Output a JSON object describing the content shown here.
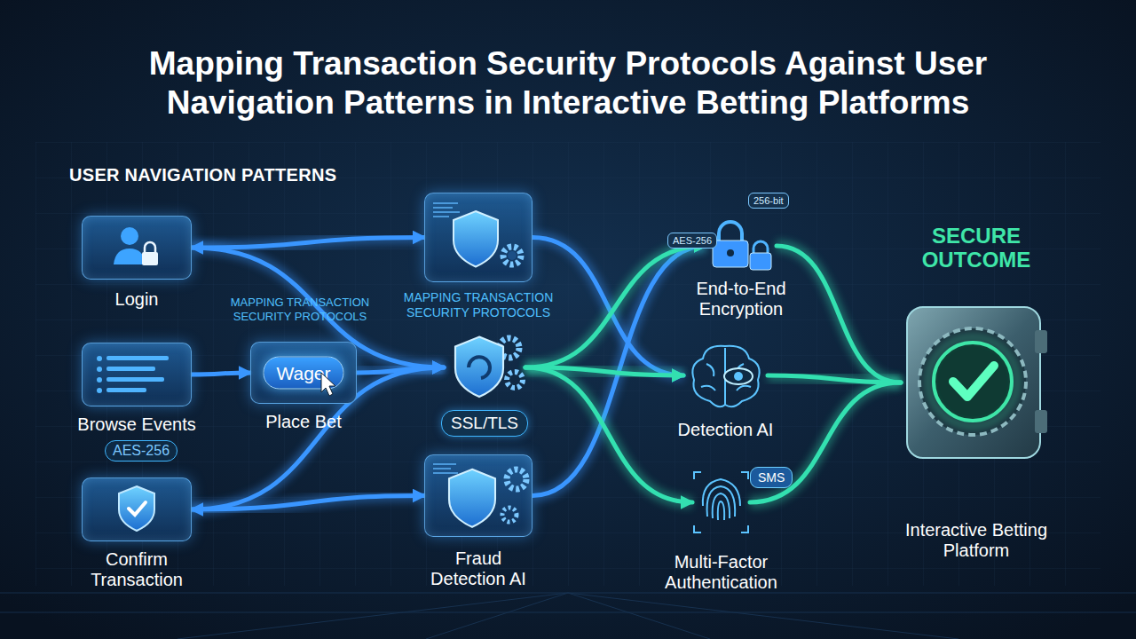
{
  "diagram": {
    "title": "Mapping Transaction Security Protocols Against User Navigation Patterns in Interactive Betting Platforms",
    "nodes": [
      {
        "text": [
          "Login"
        ]
      },
      {
        "text": [
          "Browse Events"
        ]
      },
      {
        "text": [
          "Wager",
          "Place Bet"
        ]
      },
      {
        "text": [
          "Confirm Transaction"
        ]
      },
      {
        "text": [
          "MAPPING TRANSACTION SECURITY PROTOCOLS"
        ]
      },
      {
        "text": [
          "SSL/TLS"
        ]
      },
      {
        "text": [
          "Fraud Detection AI"
        ]
      },
      {
        "text": [
          "End-to-End Encryption"
        ]
      },
      {
        "text": [
          "Detection AI"
        ]
      },
      {
        "text": [
          "Multi-Factor Authentication"
        ]
      },
      {
        "text": [
          "SECURE OUTCOME",
          "Interactive Betting Platform"
        ]
      }
    ],
    "edges": [
      {
        "from": 0,
        "to": 4,
        "arrow": "both"
      },
      {
        "from": 1,
        "to": 2,
        "arrow": "to"
      },
      {
        "from": 2,
        "to": 5,
        "arrow": "to"
      },
      {
        "from": 3,
        "to": 6,
        "arrow": "both"
      },
      {
        "from": 0,
        "to": 5,
        "arrow": "to"
      },
      {
        "from": 3,
        "to": 5,
        "arrow": "to"
      },
      {
        "from": 4,
        "to": 8,
        "arrow": "to"
      },
      {
        "from": 6,
        "to": 7,
        "arrow": "to"
      },
      {
        "from": 5,
        "to": 7,
        "arrow": "to"
      },
      {
        "from": 5,
        "to": 8,
        "arrow": "to"
      },
      {
        "from": 5,
        "to": 9,
        "arrow": "to"
      },
      {
        "from": 7,
        "to": 10,
        "arrow": "none"
      },
      {
        "from": 8,
        "to": 10,
        "arrow": "none"
      },
      {
        "from": 9,
        "to": 10,
        "arrow": "none"
      }
    ],
    "labels": [
      "USER NAVIGATION PATTERNS",
      "MAPPING TRANSACTION SECURITY PROTOCOLS",
      "AES-256",
      "AES-256",
      "256-bit",
      "SMS"
    ]
  }
}
